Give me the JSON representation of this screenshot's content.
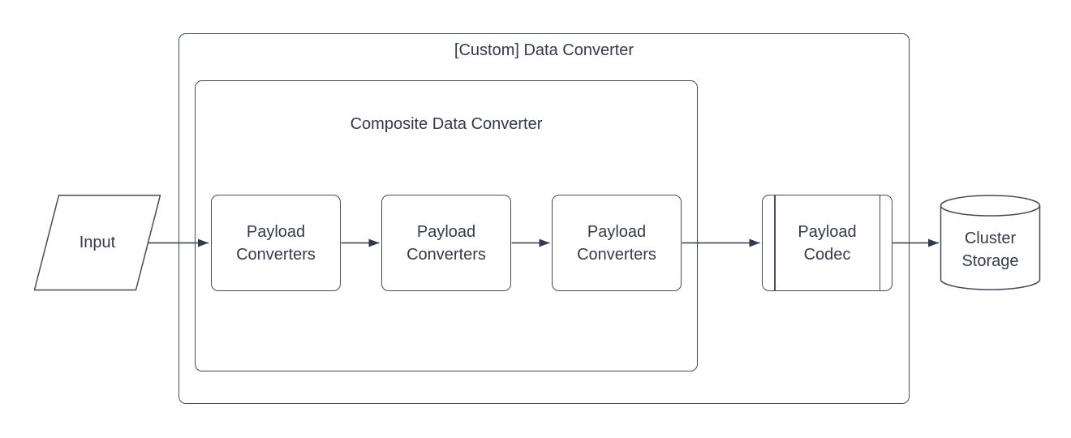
{
  "diagram": {
    "type": "flowchart",
    "background_color": "#ffffff",
    "stroke_color": "#434b5a",
    "text_color": "#333b4a",
    "groups": {
      "outer": {
        "title": "[Custom] Data Converter"
      },
      "inner": {
        "title": "Composite Data Converter"
      }
    },
    "nodes": {
      "input": {
        "label": "Input",
        "shape": "parallelogram"
      },
      "payload_converters": [
        {
          "label": "Payload Converters",
          "shape": "rounded-rectangle"
        },
        {
          "label": "Payload Converters",
          "shape": "rounded-rectangle"
        },
        {
          "label": "Payload Converters",
          "shape": "rounded-rectangle"
        }
      ],
      "payload_codec": {
        "label": "Payload Codec",
        "shape": "predefined-process"
      },
      "cluster_storage": {
        "label": "Cluster Storage",
        "shape": "cylinder"
      }
    },
    "edges": [
      {
        "from": "Input",
        "to": "Payload Converters 1"
      },
      {
        "from": "Payload Converters 1",
        "to": "Payload Converters 2"
      },
      {
        "from": "Payload Converters 2",
        "to": "Payload Converters 3"
      },
      {
        "from": "Payload Converters 3",
        "to": "Payload Codec"
      },
      {
        "from": "Payload Codec",
        "to": "Cluster Storage"
      }
    ]
  }
}
